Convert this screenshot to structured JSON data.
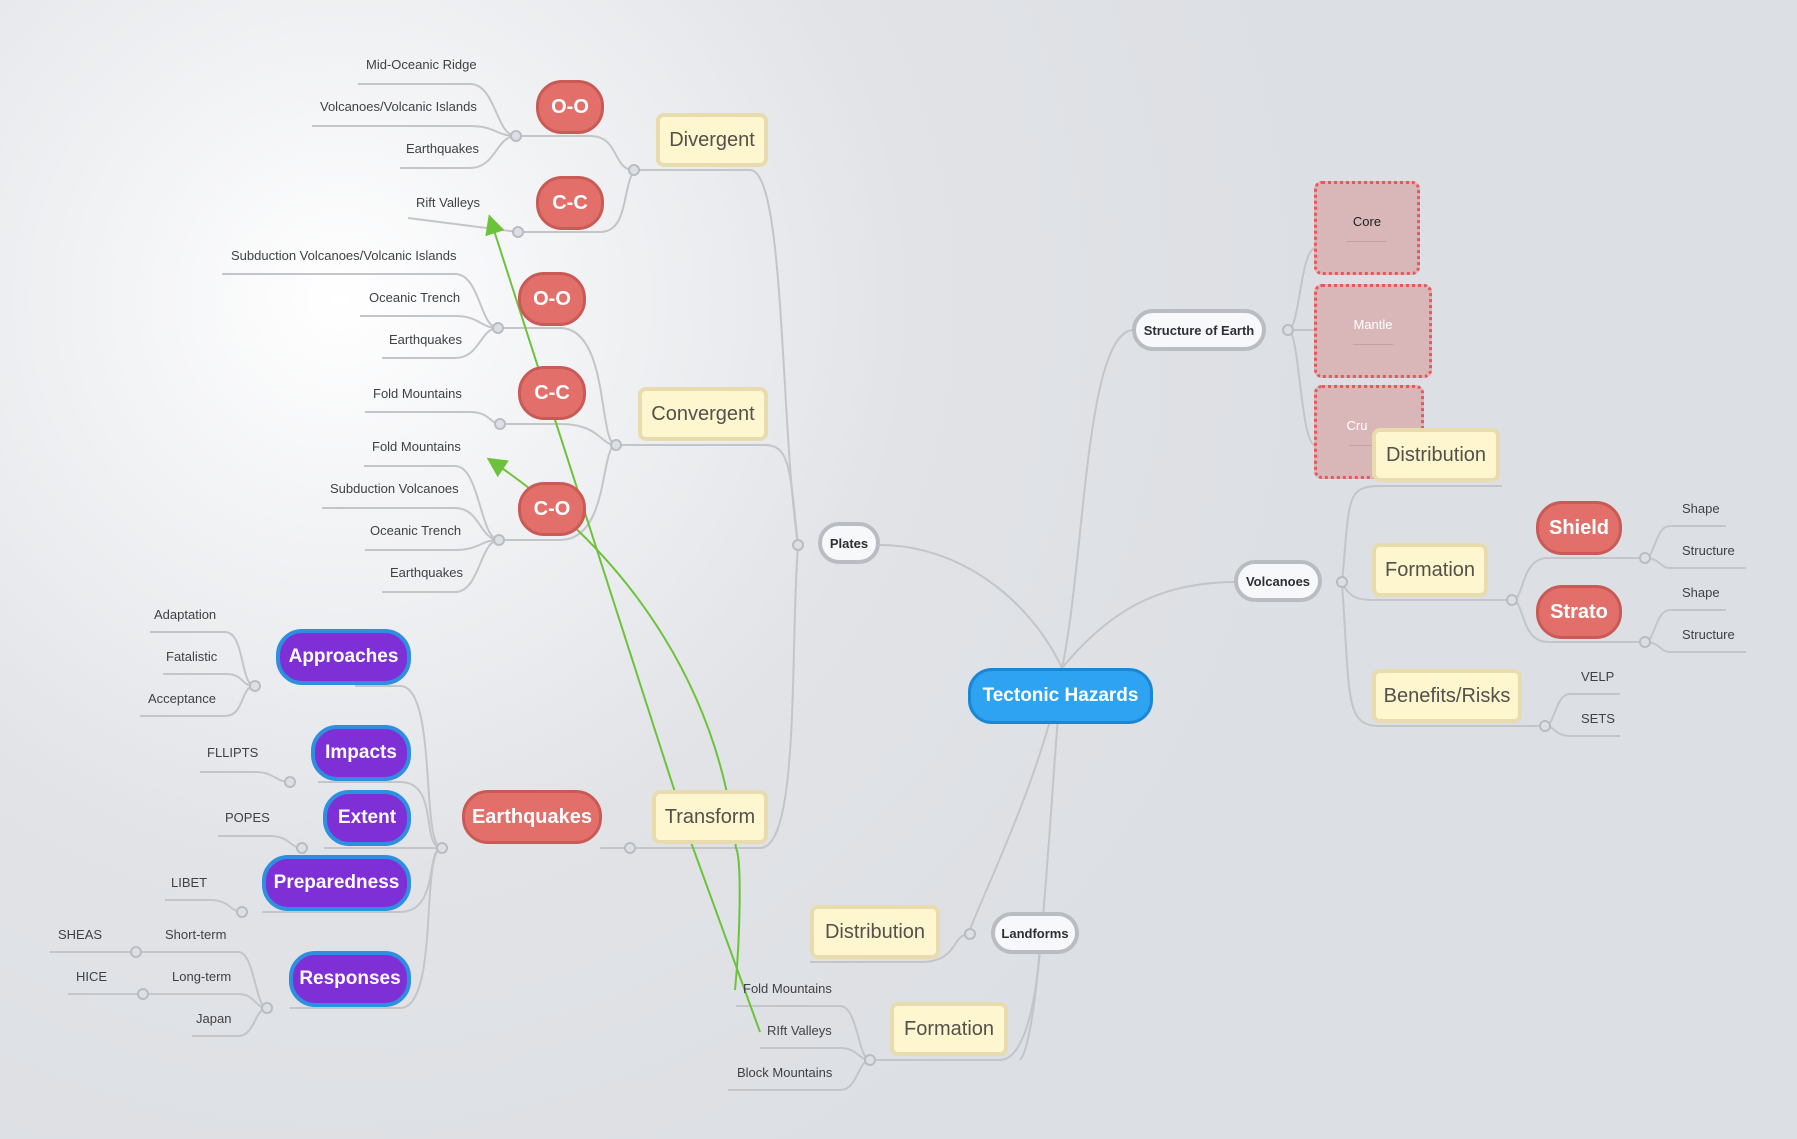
{
  "root": "Tectonic Hazards",
  "plates": {
    "label": "Plates",
    "divergent": {
      "label": "Divergent",
      "oo": {
        "label": "O-O",
        "items": [
          "Mid-Oceanic Ridge",
          "Volcanoes/Volcanic Islands",
          "Earthquakes"
        ]
      },
      "cc": {
        "label": "C-C",
        "items": [
          "Rift Valleys"
        ]
      }
    },
    "convergent": {
      "label": "Convergent",
      "oo": {
        "label": "O-O",
        "items": [
          "Subduction Volcanoes/Volcanic Islands",
          "Oceanic Trench",
          "Earthquakes"
        ]
      },
      "cc": {
        "label": "C-C",
        "items": [
          "Fold Mountains"
        ]
      },
      "co": {
        "label": "C-O",
        "items": [
          "Fold Mountains",
          "Subduction Volcanoes",
          "Oceanic Trench",
          "Earthquakes"
        ]
      }
    },
    "transform": {
      "label": "Transform",
      "earthquakes": {
        "label": "Earthquakes",
        "approaches": {
          "label": "Approaches",
          "items": [
            "Adaptation",
            "Fatalistic",
            "Acceptance"
          ]
        },
        "impacts": {
          "label": "Impacts",
          "items": [
            "FLLIPTS"
          ]
        },
        "extent": {
          "label": "Extent",
          "items": [
            "POPES"
          ]
        },
        "preparedness": {
          "label": "Preparedness",
          "items": [
            "LIBET"
          ]
        },
        "responses": {
          "label": "Responses",
          "items": [
            "Short-term",
            "Long-term",
            "Japan"
          ],
          "sub": {
            "short": "SHEAS",
            "long": "HICE"
          }
        }
      }
    }
  },
  "structure": {
    "label": "Structure of Earth",
    "items": [
      "Core",
      "Mantle",
      "Cru"
    ]
  },
  "volcanoes": {
    "label": "Volcanoes",
    "distribution": "Distribution",
    "formation": {
      "label": "Formation",
      "shield": {
        "label": "Shield",
        "items": [
          "Shape",
          "Structure"
        ]
      },
      "strato": {
        "label": "Strato",
        "items": [
          "Shape",
          "Structure"
        ]
      }
    },
    "benefits": {
      "label": "Benefits/Risks",
      "items": [
        "VELP",
        "SETS"
      ]
    }
  },
  "landforms": {
    "label": "Landforms",
    "distribution": "Distribution",
    "formation": {
      "label": "Formation",
      "items": [
        "Fold Mountains",
        "RIft Valleys",
        "Block Mountains"
      ]
    }
  },
  "colors": {
    "root": "#2ea3f2",
    "branch_line": "#c3c5c9",
    "relation_arrow": "#6cc33a",
    "red_node": "#e26f6a",
    "purple_node": "#7f2fd6",
    "yellow_node": "#fdf6cf"
  }
}
